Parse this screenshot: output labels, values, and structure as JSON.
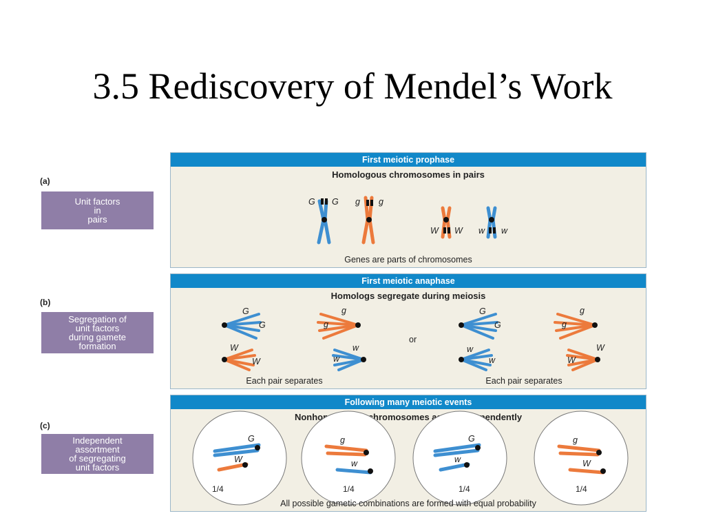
{
  "slide": {
    "title": "3.5 Rediscovery of Mendel’s Work"
  },
  "rows": {
    "a": {
      "letter": "(a)",
      "side_label": "Unit factors\nin\npairs"
    },
    "b": {
      "letter": "(b)",
      "side_label": "Segregation of\nunit factors\nduring gamete\nformation"
    },
    "c": {
      "letter": "(c)",
      "side_label": "Independent\nassortment\nof segregating\nunit factors"
    }
  },
  "panel_a": {
    "header": "First meiotic prophase",
    "subtitle": "Homologous chromosomes in pairs",
    "footer": "Genes are parts of chromosomes",
    "labels": {
      "G_left": "G",
      "G_right": "G",
      "g_left": "g",
      "g_right": "g",
      "W_left": "W",
      "W_right": "W",
      "w_left": "w",
      "w_right": "w"
    }
  },
  "panel_b": {
    "header": "First meiotic anaphase",
    "subtitle": "Homologs segregate during meiosis",
    "or_text": "or",
    "caption_left": "Each pair separates",
    "caption_right": "Each pair separates",
    "labels": {
      "G1": "G",
      "G2": "G",
      "g1": "g",
      "g2": "g",
      "W1": "W",
      "W2": "W",
      "w1": "w",
      "w2": "w",
      "G3": "G",
      "G4": "G",
      "g3": "g",
      "g4": "g",
      "w3": "w",
      "w4": "w",
      "W3": "W",
      "W4": "W"
    }
  },
  "panel_c": {
    "header": "Following many meiotic events",
    "subtitle": "Nonhomologous chromosomes assort independently",
    "footer": "All possible gametic combinations are formed with equal probability",
    "fractions": [
      "1/4",
      "1/4",
      "1/4",
      "1/4"
    ],
    "labels": {
      "c1_top": "G",
      "c1_bot": "W",
      "c2_top": "g",
      "c2_bot": "w",
      "c3_top": "G",
      "c3_bot": "w",
      "c4_top": "g",
      "c4_bot": "W"
    }
  },
  "colors": {
    "header_blue": "#1188c9",
    "side_purple": "#8f7ea7",
    "panel_bg": "#f2efe4",
    "chrom_blue": "#3e8fd1",
    "chrom_orange": "#ec7a3c"
  }
}
